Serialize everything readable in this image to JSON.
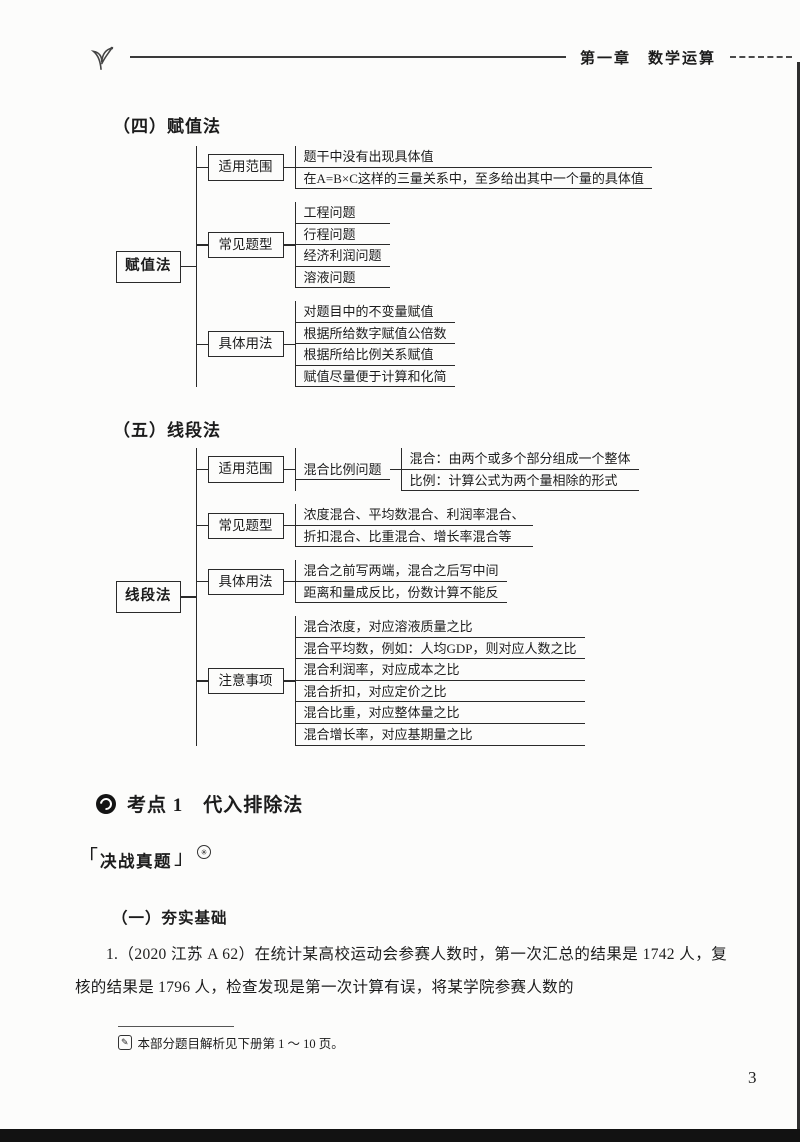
{
  "header": {
    "chapter": "第一章　数学运算"
  },
  "section4": {
    "title": "（四）赋值法",
    "tree": {
      "root": "赋值法",
      "branches": [
        {
          "label": "适用范围",
          "leaves": [
            "题干中没有出现具体值",
            "在A=B×C这样的三量关系中，至多给出其中一个量的具体值"
          ]
        },
        {
          "label": "常见题型",
          "leaves": [
            "工程问题",
            "行程问题",
            "经济利润问题",
            "溶液问题"
          ]
        },
        {
          "label": "具体用法",
          "leaves": [
            "对题目中的不变量赋值",
            "根据所给数字赋值公倍数",
            "根据所给比例关系赋值",
            "赋值尽量便于计算和化简"
          ]
        }
      ]
    }
  },
  "section5": {
    "title": "（五）线段法",
    "tree": {
      "root": "线段法",
      "branches": [
        {
          "label": "适用范围",
          "leaves": [
            "混合比例问题"
          ],
          "subleaves": [
            "混合：由两个或多个部分组成一个整体",
            "比例：计算公式为两个量相除的形式"
          ]
        },
        {
          "label": "常见题型",
          "leaves": [
            "浓度混合、平均数混合、利润率混合、",
            "折扣混合、比重混合、增长率混合等"
          ]
        },
        {
          "label": "具体用法",
          "leaves": [
            "混合之前写两端，混合之后写中间",
            "距离和量成反比，份数计算不能反"
          ]
        },
        {
          "label": "注意事项",
          "leaves": [
            "混合浓度，对应溶液质量之比",
            "混合平均数，例如：人均GDP，则对应人数之比",
            "混合利润率，对应成本之比",
            "混合折扣，对应定价之比",
            "混合比重，对应整体量之比",
            "混合增长率，对应基期量之比"
          ]
        }
      ]
    }
  },
  "kaodian": {
    "title": "考点 1　代入排除法"
  },
  "zhenti": {
    "open": "「",
    "label": "决战真题",
    "close": "」",
    "badge": "✳"
  },
  "subsection": {
    "title": "（一）夯实基础"
  },
  "problem": {
    "text": "1.（2020 江苏 A 62）在统计某高校运动会参赛人数时，第一次汇总的结果是 1742 人，复核的结果是 1796 人，检查发现是第一次计算有误，将某学院参赛人数的"
  },
  "footnote": {
    "icon": "✎",
    "text": "本部分题目解析见下册第 1 ～ 10 页。"
  },
  "page_number": "3"
}
